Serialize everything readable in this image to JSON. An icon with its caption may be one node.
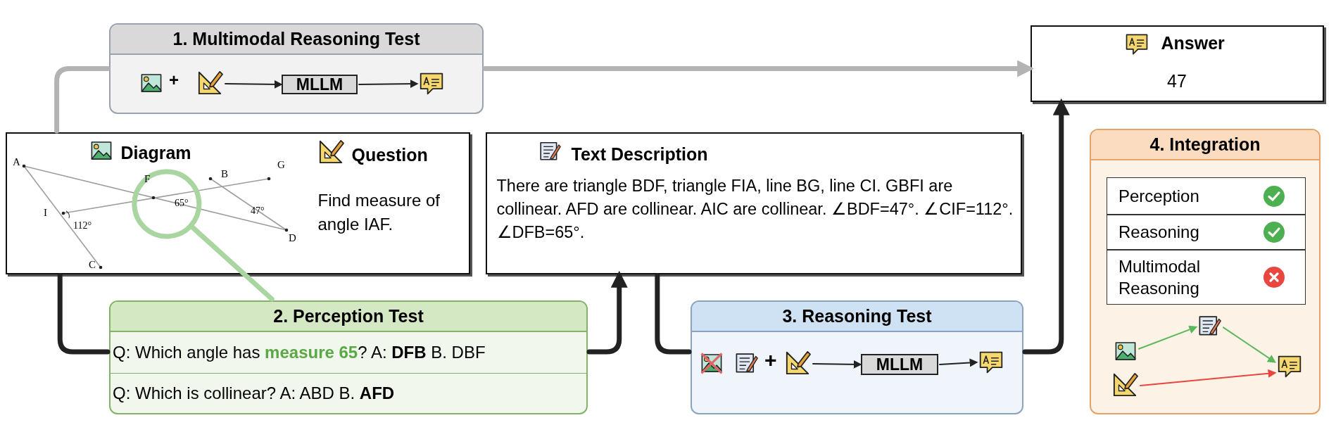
{
  "diagram": {
    "nodes": [
      {
        "text": [
          "1. Multimodal Reasoning Test"
        ]
      },
      {
        "text": [],
        "shape": "picture",
        "in": 0
      },
      {
        "text": [],
        "shape": "picture",
        "in": 0
      },
      {
        "text": [
          "MLLM"
        ],
        "in": 0
      },
      {
        "text": [],
        "shape": "picture",
        "in": 0
      },
      {
        "text": [
          "Answer",
          "47"
        ]
      },
      {
        "text": [
          "Diagram",
          "Question",
          "Find measure of angle IAF."
        ]
      },
      {
        "text": [],
        "shape": "picture",
        "in": 6
      },
      {
        "text": [
          "Text Description",
          "There are triangle BDF, triangle FIA, line BG, line CI. GBFI are collinear. AFD are collinear. AIC are collinear. ∠BDF=47°. ∠CIF=112°. ∠DFB=65°."
        ]
      },
      {
        "text": [
          "2. Perception Test"
        ]
      },
      {
        "text": [
          "Q: Which angle has **measure 65**? A: **DFB** B. DBF"
        ],
        "in": 9
      },
      {
        "text": [
          "Q: Which is collinear? A: ABD B. **AFD**"
        ],
        "in": 9
      },
      {
        "text": [
          "3. Reasoning Test"
        ]
      },
      {
        "text": [],
        "shape": "picture",
        "in": 12
      },
      {
        "text": [],
        "shape": "picture",
        "in": 12
      },
      {
        "text": [],
        "shape": "picture",
        "in": 12
      },
      {
        "text": [
          "MLLM"
        ],
        "in": 12
      },
      {
        "text": [],
        "shape": "picture",
        "in": 12
      },
      {
        "text": [
          "4. Integration"
        ]
      },
      {
        "text": [
          "Perception"
        ],
        "in": 18
      },
      {
        "text": [
          "Reasoning"
        ],
        "in": 18
      },
      {
        "text": [
          "Multimodal Reasoning"
        ],
        "in": 18
      },
      {
        "text": [],
        "shape": "picture",
        "in": 18
      },
      {
        "text": [],
        "shape": "picture",
        "in": 18
      },
      {
        "text": [],
        "shape": "picture",
        "in": 18
      },
      {
        "text": [],
        "shape": "picture",
        "in": 18
      }
    ],
    "edges": [
      {
        "from": 2,
        "to": 3,
        "arrow": "to"
      },
      {
        "from": 3,
        "to": 4,
        "arrow": "to"
      },
      {
        "from": 0,
        "to": 5,
        "arrow": "to",
        "style": "thick",
        "color": "#b3b3b3"
      },
      {
        "from": 6,
        "to": 0,
        "arrow": "none",
        "style": "thick",
        "color": "#b3b3b3"
      },
      {
        "from": 6,
        "to": 9,
        "arrow": "none",
        "style": "thick"
      },
      {
        "from": 7,
        "to": 9,
        "arrow": "none",
        "style": "thick",
        "color": "#a9d5a0"
      },
      {
        "from": 9,
        "to": 8,
        "arrow": "to",
        "style": "thick"
      },
      {
        "from": 8,
        "to": 12,
        "arrow": "none",
        "style": "thick"
      },
      {
        "from": 12,
        "to": 5,
        "arrow": "to",
        "style": "thick"
      },
      {
        "from": 15,
        "to": 16,
        "arrow": "to"
      },
      {
        "from": 16,
        "to": 17,
        "arrow": "to"
      },
      {
        "from": 22,
        "to": 24,
        "arrow": "to",
        "color": "#5cb85c"
      },
      {
        "from": 24,
        "to": 25,
        "arrow": "to",
        "color": "#5cb85c"
      },
      {
        "from": 23,
        "to": 25,
        "arrow": "to",
        "color": "#e8463f"
      }
    ],
    "labels": [
      "+",
      "A",
      "F",
      "B",
      "G",
      "I",
      "65°",
      "47°",
      "112°",
      "D",
      "C",
      "+"
    ]
  }
}
